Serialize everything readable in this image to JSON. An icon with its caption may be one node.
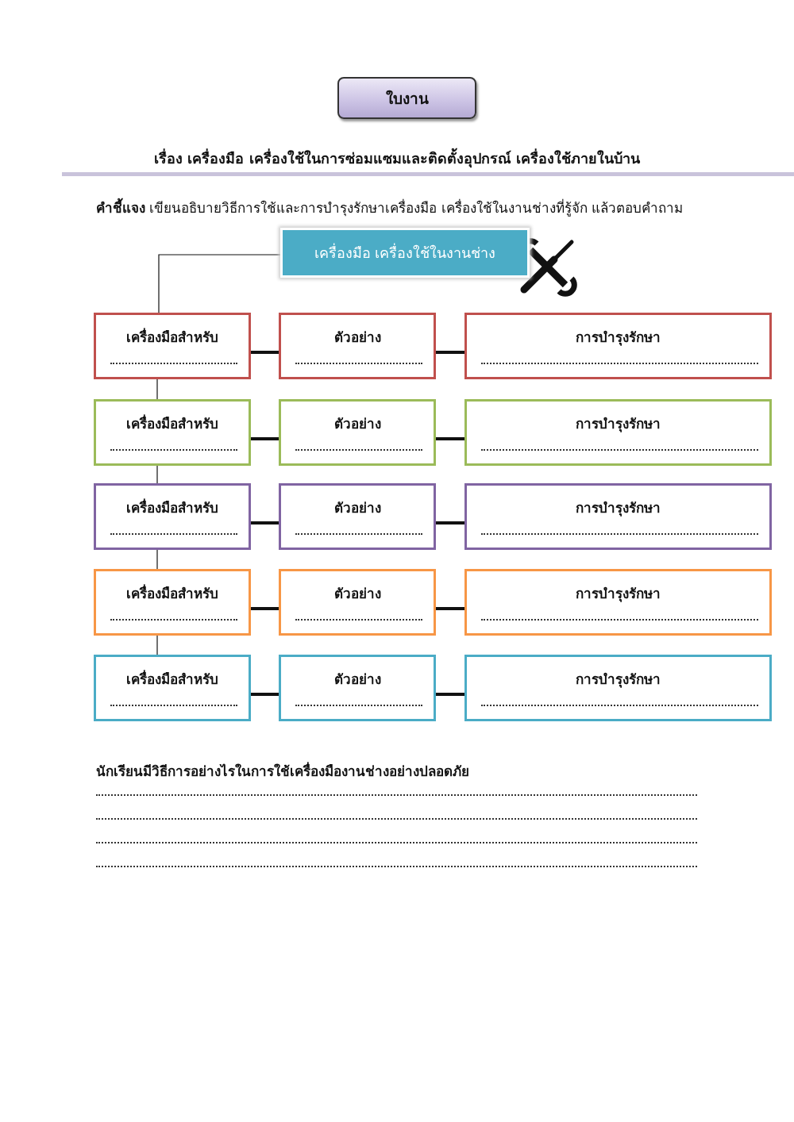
{
  "diagram": {
    "title": "เรื่อง เครื่องมือ เครื่องใช้ในการซ่อมแซมและติดตั้งอุปกรณ์ เครื่องใช้ภายในบ้าน",
    "nodes": [
      {
        "text": [
          "ใบงาน"
        ]
      },
      {
        "text": [
          "เครื่องมือ เครื่องใช้ในงานช่าง"
        ]
      },
      {
        "text": [
          "เครื่องมือสำหรับ"
        ]
      },
      {
        "text": [
          "ตัวอย่าง"
        ]
      },
      {
        "text": [
          "การบำรุงรักษา"
        ]
      },
      {
        "text": [
          "เครื่องมือสำหรับ"
        ]
      },
      {
        "text": [
          "ตัวอย่าง"
        ]
      },
      {
        "text": [
          "การบำรุงรักษา"
        ]
      },
      {
        "text": [
          "เครื่องมือสำหรับ"
        ]
      },
      {
        "text": [
          "ตัวอย่าง"
        ]
      },
      {
        "text": [
          "การบำรุงรักษา"
        ]
      },
      {
        "text": [
          "เครื่องมือสำหรับ"
        ]
      },
      {
        "text": [
          "ตัวอย่าง"
        ]
      },
      {
        "text": [
          "การบำรุงรักษา"
        ]
      },
      {
        "text": [
          "เครื่องมือสำหรับ"
        ]
      },
      {
        "text": [
          "ตัวอย่าง"
        ]
      },
      {
        "text": [
          "การบำรุงรักษา"
        ]
      }
    ],
    "edges": [
      {
        "from": 1,
        "to": 2,
        "arrow": "none"
      },
      {
        "from": 2,
        "to": 5,
        "arrow": "none"
      },
      {
        "from": 5,
        "to": 8,
        "arrow": "none"
      },
      {
        "from": 8,
        "to": 11,
        "arrow": "none"
      },
      {
        "from": 11,
        "to": 14,
        "arrow": "none"
      },
      {
        "from": 2,
        "to": 3,
        "arrow": "none"
      },
      {
        "from": 3,
        "to": 4,
        "arrow": "none"
      },
      {
        "from": 5,
        "to": 6,
        "arrow": "none"
      },
      {
        "from": 6,
        "to": 7,
        "arrow": "none"
      },
      {
        "from": 8,
        "to": 9,
        "arrow": "none"
      },
      {
        "from": 9,
        "to": 10,
        "arrow": "none"
      },
      {
        "from": 11,
        "to": 12,
        "arrow": "none"
      },
      {
        "from": 12,
        "to": 13,
        "arrow": "none"
      },
      {
        "from": 14,
        "to": 15,
        "arrow": "none"
      },
      {
        "from": 15,
        "to": 16,
        "arrow": "none"
      }
    ],
    "labels": [
      "**คำชี้แจง** เขียนอธิบายวิธีการใช้และการบำรุงรักษาเครื่องมือ เครื่องใช้ในงานช่างที่รู้จัก แล้วตอบคำถาม",
      "นักเรียนมีวิธีการอย่างไรในการใช้เครื่องมืองานช่างอย่างปลอดภัย"
    ]
  }
}
